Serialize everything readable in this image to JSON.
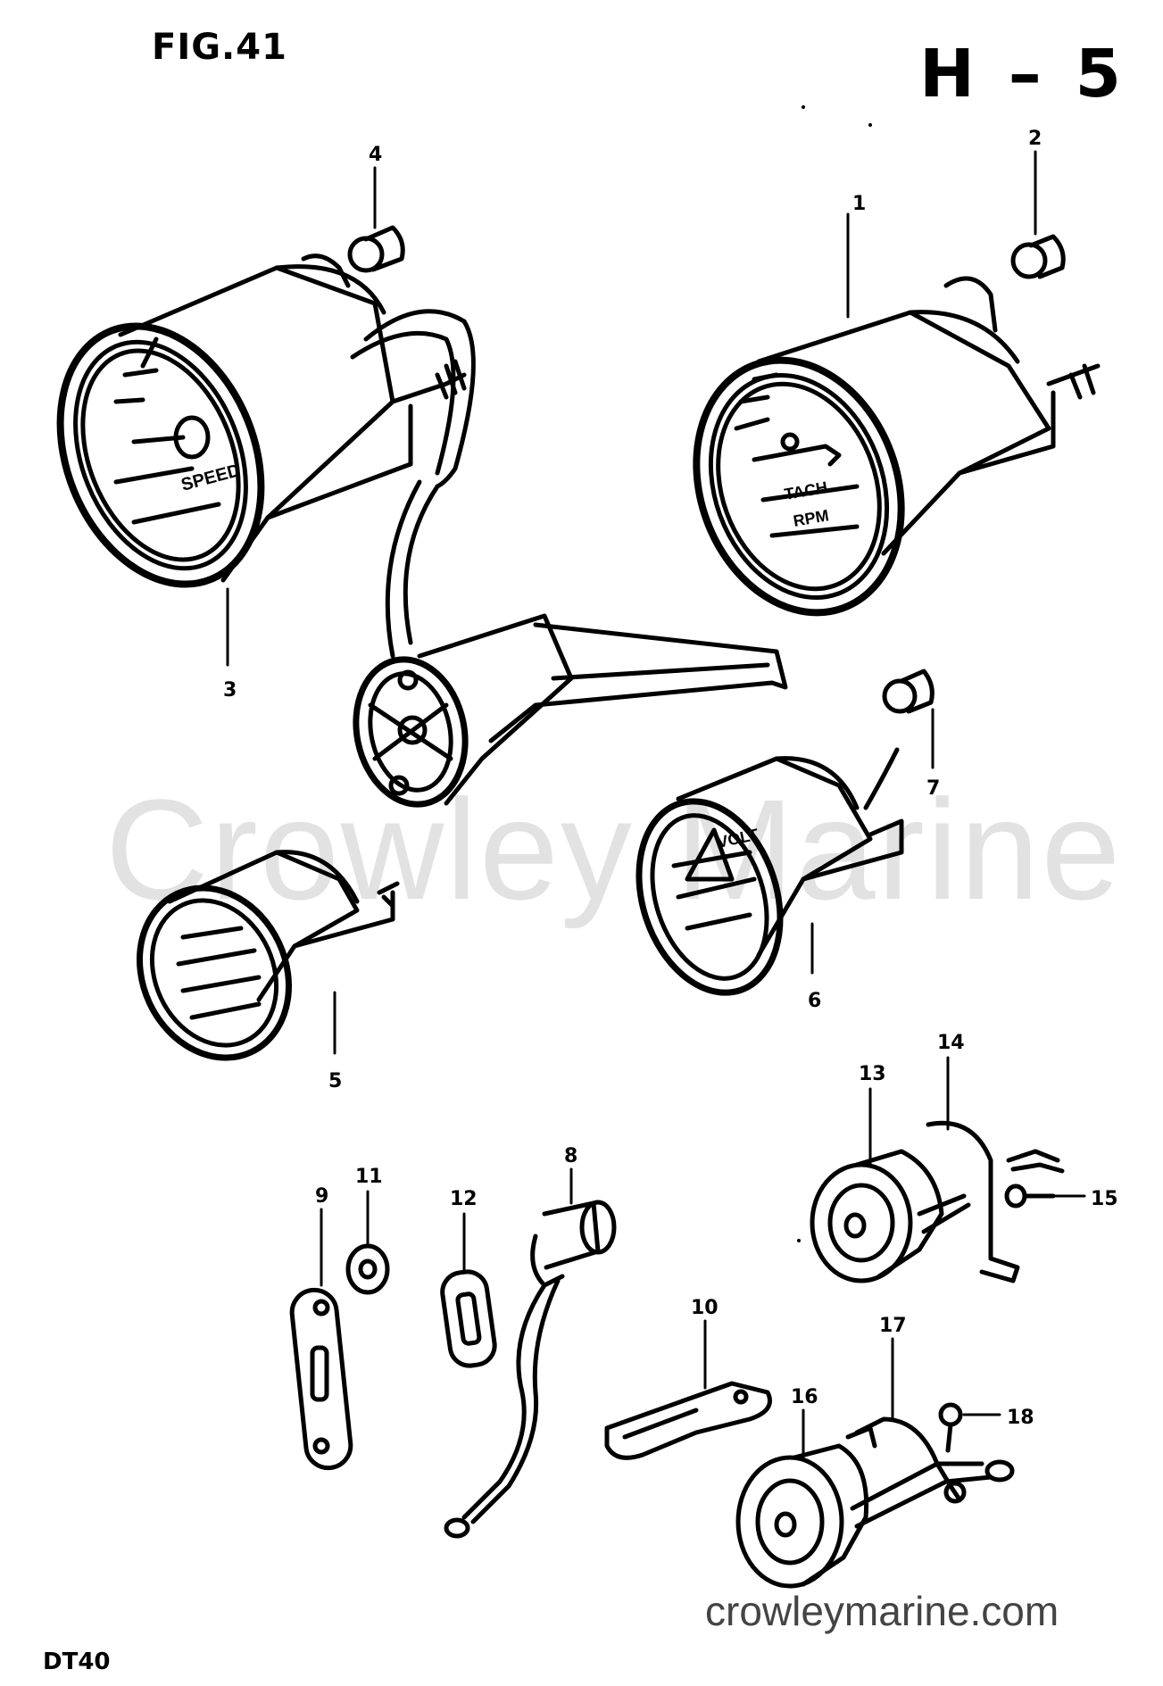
{
  "figure": {
    "label": "FIG.41",
    "section": "H – 5",
    "model": "DT40"
  },
  "watermark": "Crowley Marine",
  "website": "crowleymarine.com",
  "callouts": [
    "1",
    "2",
    "3",
    "4",
    "5",
    "6",
    "7",
    "8",
    "9",
    "10",
    "11",
    "12",
    "13",
    "14",
    "15",
    "16",
    "17",
    "18"
  ],
  "gauge_text": {
    "speedo": "SPEED",
    "tacho_1": "TACH",
    "tacho_2": "RPM",
    "volt": "VOLT"
  }
}
